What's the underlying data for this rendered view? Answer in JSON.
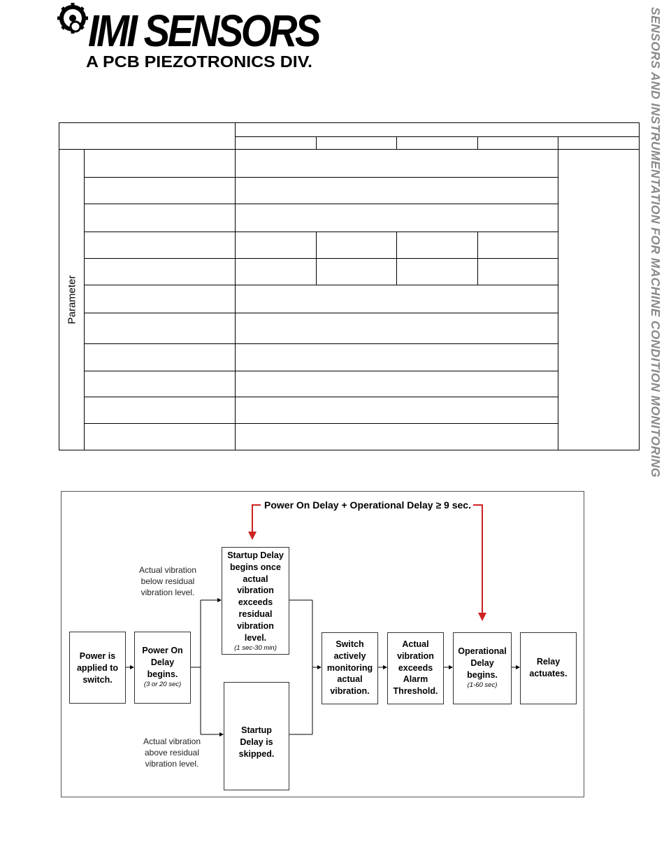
{
  "brand": {
    "name": "IMI SENSORS",
    "division": "A PCB PIEZOTRONICS DIV."
  },
  "side_banner": "SENSORS AND INSTRUMENTATION FOR MACHINE CONDITION MONITORING",
  "table": {
    "row_label": "Parameter"
  },
  "flow": {
    "headline": "Power On Delay + Operational Delay ≥ 9 sec.",
    "steps": {
      "power": {
        "title": "Power is applied to switch.",
        "note": ""
      },
      "power_on_delay": {
        "title": "Power On Delay begins.",
        "note": "(3 or 20 sec)"
      },
      "startup_delay": {
        "title": "Startup Delay begins once actual vibration exceeds residual vibration level.",
        "note": "(1 sec-30 min)"
      },
      "startup_skipped": {
        "title": "Startup Delay is skipped.",
        "note": ""
      },
      "monitoring": {
        "title": "Switch actively monitoring actual vibration.",
        "note": ""
      },
      "exceeds": {
        "title": "Actual vibration exceeds Alarm Threshold.",
        "note": ""
      },
      "operational_delay": {
        "title": "Operational Delay begins.",
        "note": "(1-60 sec)"
      },
      "relay": {
        "title": "Relay actuates.",
        "note": ""
      }
    },
    "conditions": {
      "below": "Actual vibration below residual vibration level.",
      "above": "Actual vibration above residual vibration level."
    }
  },
  "colors": {
    "accent_arrow": "#cc2222",
    "banner_text": "#8a8a8a"
  }
}
